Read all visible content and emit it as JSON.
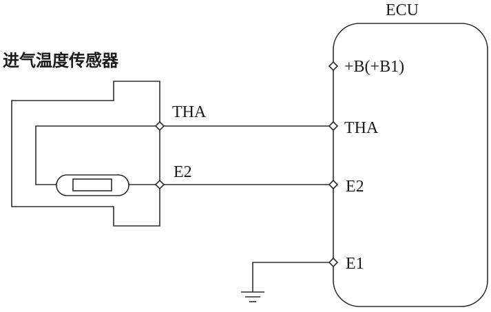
{
  "sensor": {
    "title": "进气温度传感器"
  },
  "ecu": {
    "title": "ECU",
    "pins": [
      "+B(+B1)",
      "THA",
      "E2",
      "E1"
    ]
  },
  "wires": {
    "tha_label": "THA",
    "e2_label": "E2"
  },
  "colors": {
    "line": "#2b2b2b",
    "text": "#1a1a1a",
    "background": "#ffffff"
  }
}
